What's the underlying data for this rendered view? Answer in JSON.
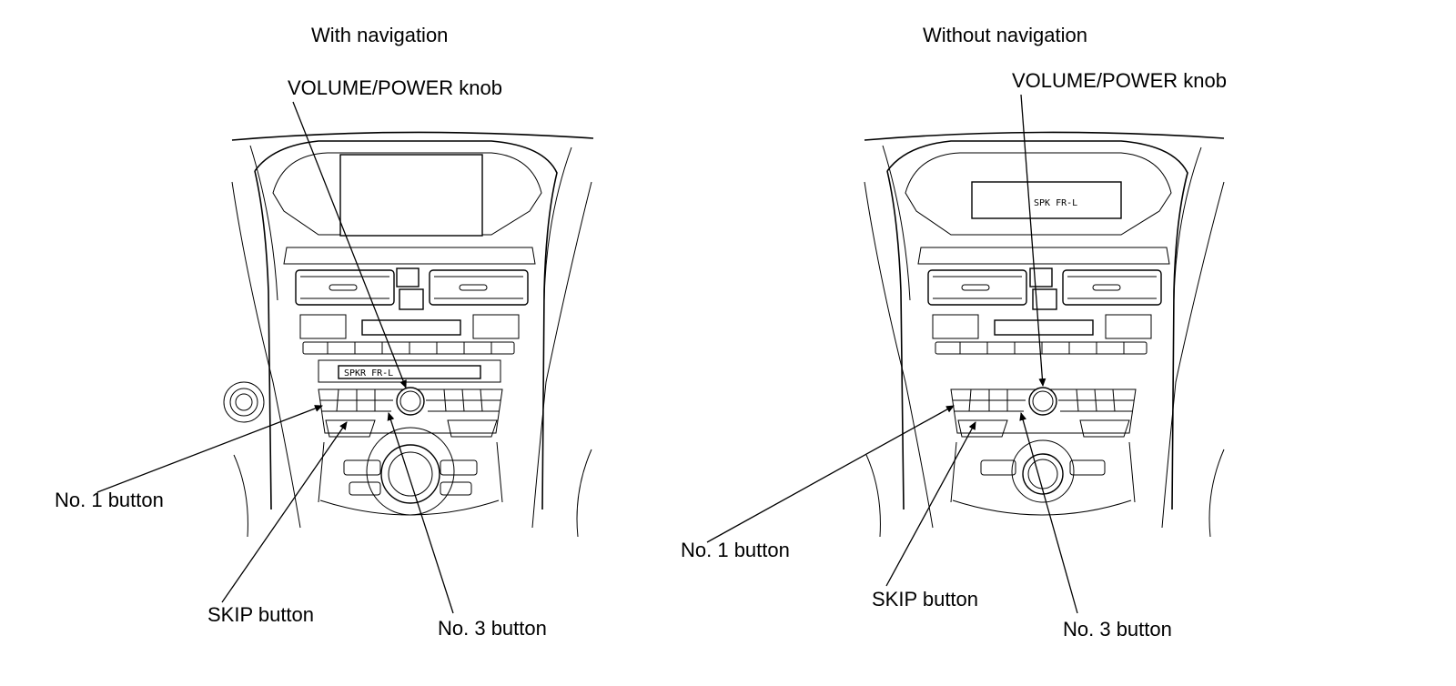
{
  "left_panel": {
    "caption": "With navigation",
    "volume_label": "VOLUME/POWER knob",
    "no1_label": "No. 1 button",
    "skip_label": "SKIP button",
    "no3_label": "No. 3 button",
    "display_text": "SPKR  FR-L"
  },
  "right_panel": {
    "caption": "Without navigation",
    "volume_label": "VOLUME/POWER knob",
    "no1_label": "No. 1 button",
    "skip_label": "SKIP button",
    "no3_label": "No. 3 button",
    "display_text": "SPK  FR-L"
  }
}
